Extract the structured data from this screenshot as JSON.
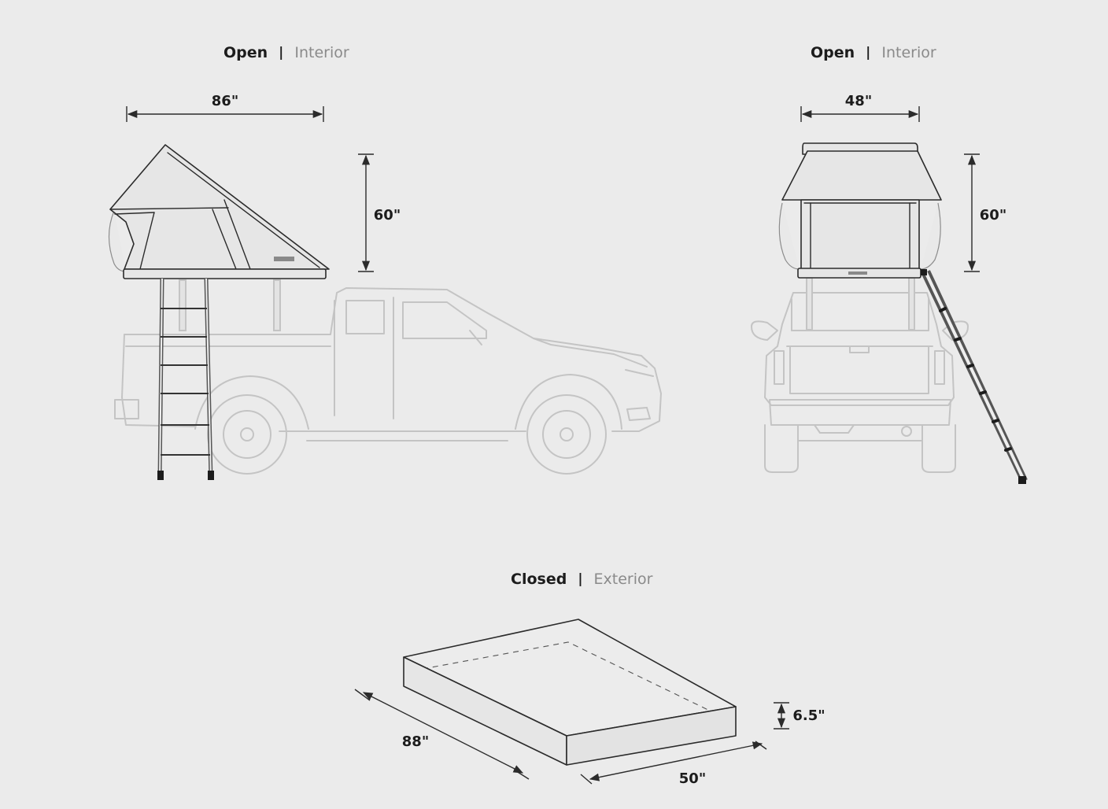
{
  "views": {
    "side": {
      "state": "Open",
      "separator": "|",
      "kind": "Interior",
      "width": "86\"",
      "height": "60\""
    },
    "rear": {
      "state": "Open",
      "separator": "|",
      "kind": "Interior",
      "width": "48\"",
      "height": "60\""
    },
    "closed": {
      "state": "Closed",
      "separator": "|",
      "kind": "Exterior",
      "length": "88\"",
      "width": "50\"",
      "height": "6.5\""
    }
  },
  "colors": {
    "background": "#ebebeb",
    "ink": "#2b2b2b",
    "ghost_vehicle": "#c4c4c4",
    "muted_text": "#8a8a8a"
  }
}
